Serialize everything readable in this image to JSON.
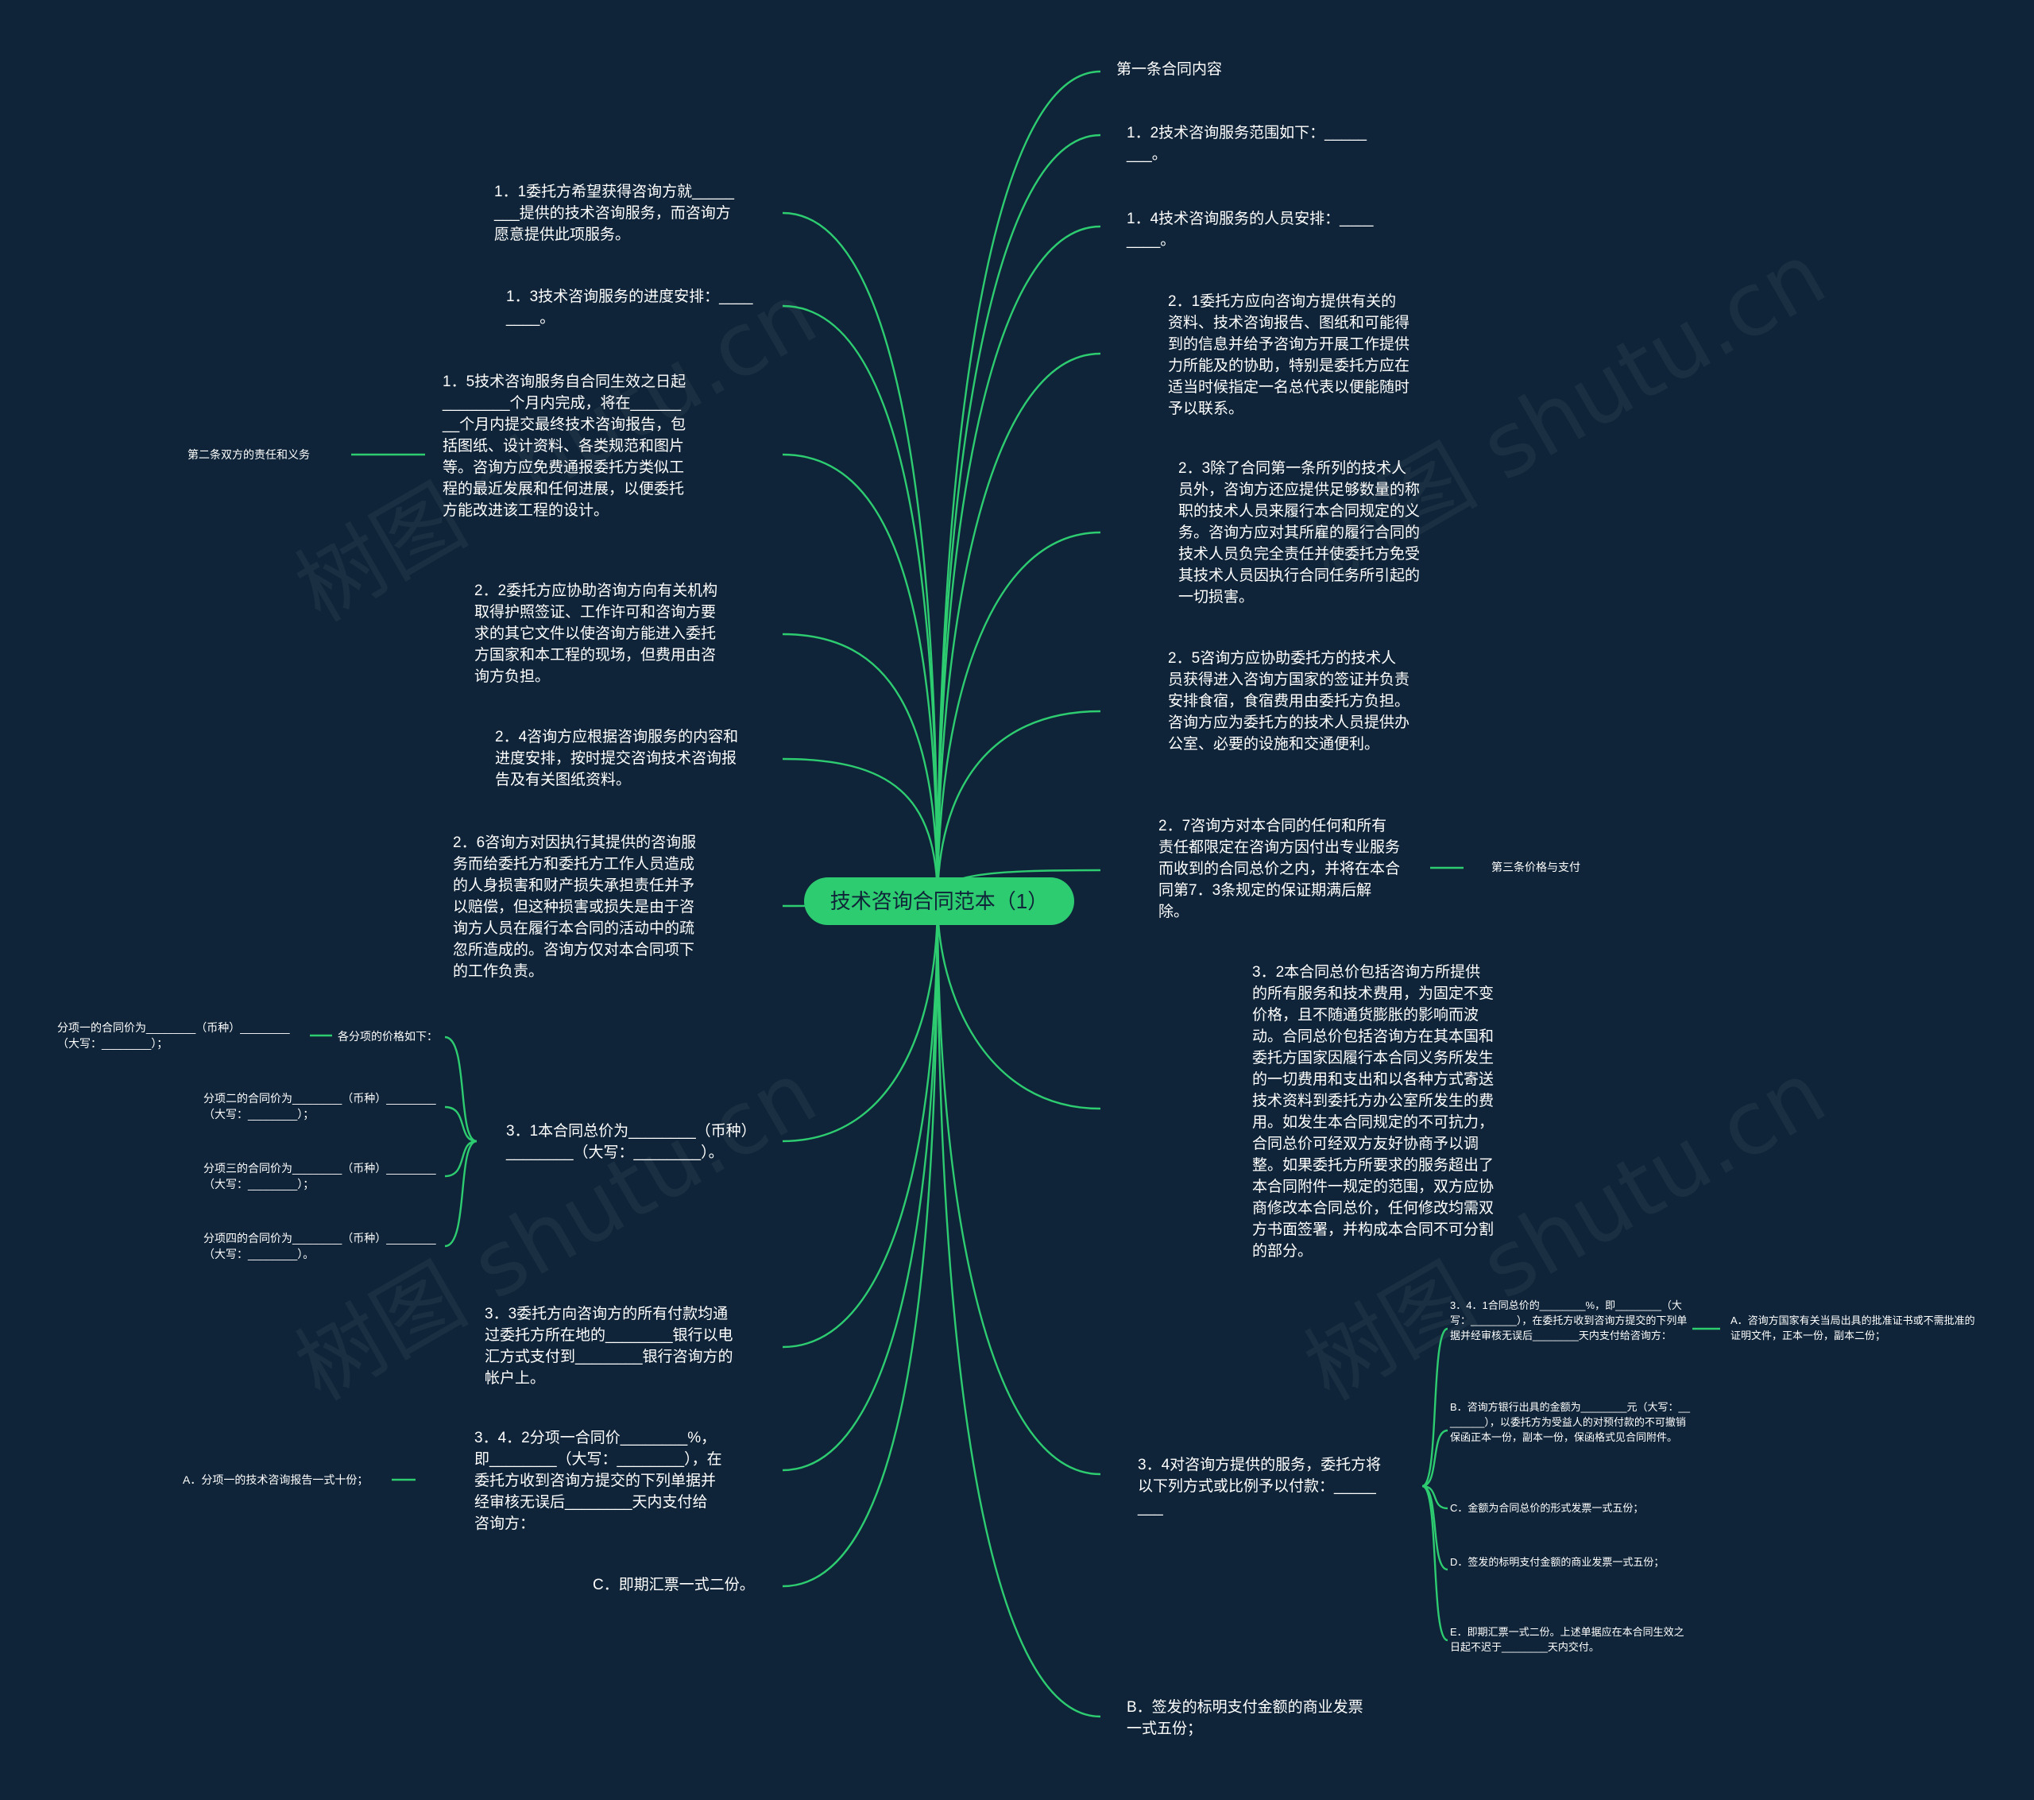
{
  "colors": {
    "background": "#0f2438",
    "line": "#2ecc71",
    "root_fill": "#2ecc71",
    "text": "#ffffff"
  },
  "root": "技术咨询合同范本（1）",
  "right": {
    "r1": "第一条合同内容",
    "r2": "1．2技术咨询服务范围如下：________。",
    "r3": "1．4技术咨询服务的人员安排：________。",
    "r4": "2．1委托方应向咨询方提供有关的资料、技术咨询报告、图纸和可能得到的信息并给予咨询方开展工作提供力所能及的协助，特别是委托方应在适当时候指定一名总代表以便能随时予以联系。",
    "r5": "2．3除了合同第一条所列的技术人员外，咨询方还应提供足够数量的称职的技术人员来履行本合同规定的义务。咨询方应对其所雇的履行合同的技术人员负完全责任并使委托方免受其技术人员因执行合同任务所引起的一切损害。",
    "r6": "2．5咨询方应协助委托方的技术人员获得进入咨询方国家的签证并负责安排食宿，食宿费用由委托方负担。咨询方应为委托方的技术人员提供办公室、必要的设施和交通便利。",
    "r7": "2．7咨询方对本合同的任何和所有责任都限定在咨询方因付出专业服务而收到的合同总价之内，并将在本合同第7．3条规定的保证期满后解除。",
    "r7_label": "第三条价格与支付",
    "r8": "3．2本合同总价包括咨询方所提供的所有服务和技术费用，为固定不变价格，且不随通货膨胀的影响而波动。合同总价包括咨询方在其本国和委托方国家因履行本合同义务所发生的一切费用和支出和以各种方式寄送技术资料到委托方办公室所发生的费用。如发生本合同规定的不可抗力，合同总价可经双方友好协商予以调整。如果委托方所要求的服务超出了本合同附件一规定的范围，双方应协商修改本合同总价，任何修改均需双方书面签署，并构成本合同不可分割的部分。",
    "r9": "3．4对咨询方提供的服务，委托方将以下列方式或比例予以付款：________",
    "r9_children": [
      "3．4．1合同总价的________%，即________（大写：________），在委托方收到咨询方提交的下列单据并经审核无误后________天内支付给咨询方：",
      "B．咨询方银行出具的金额为________元（大写：________），以委托方为受益人的对预付款的不可撤销保函正本一份，副本一份，保函格式见合同附件。",
      "C．金额为合同总价的形式发票一式五份；",
      "D．签发的标明支付金额的商业发票一式五份；",
      "E．即期汇票一式二份。上述单据应在本合同生效之日起不迟于________天内交付。"
    ],
    "r9_grandchild": "A．咨询方国家有关当局出具的批准证书或不需批准的证明文件，正本一份，副本二份；",
    "r10": "B．签发的标明支付金额的商业发票一式五份；"
  },
  "left": {
    "l1": "1．1委托方希望获得咨询方就________提供的技术咨询服务，而咨询方愿意提供此项服务。",
    "l2": "1．3技术咨询服务的进度安排：________。",
    "l3": "1．5技术咨询服务自合同生效之日起________个月内完成，将在________个月内提交最终技术咨询报告，包括图纸、设计资料、各类规范和图片等。咨询方应免费通报委托方类似工程的最近发展和任何进展，以便委托方能改进该工程的设计。",
    "l3_label": "第二条双方的责任和义务",
    "l4": "2．2委托方应协助咨询方向有关机构取得护照签证、工作许可和咨询方要求的其它文件以使咨询方能进入委托方国家和本工程的现场，但费用由咨询方负担。",
    "l5": "2．4咨询方应根据咨询服务的内容和进度安排，按时提交咨询技术咨询报告及有关图纸资料。",
    "l6": "2．6咨询方对因执行其提供的咨询服务而给委托方和委托方工作人员造成的人身损害和财产损失承担责任并予以赔偿，但这种损害或损失是由于咨询方人员在履行本合同的活动中的疏忽所造成的。咨询方仅对本合同项下的工作负责。",
    "l7": "3．1本合同总价为________（币种）________（大写：________）。",
    "l7_children": [
      "各分项的价格如下：",
      "分项二的合同价为________（币种）________（大写：________）；",
      "分项三的合同价为________（币种）________（大写：________）；",
      "分项四的合同价为________（币种）________（大写：________）。"
    ],
    "l7_grandchild": "分项一的合同价为________（币种）________（大写：________）；",
    "l8": "3．3委托方向咨询方的所有付款均通过委托方所在地的________银行以电汇方式支付到________银行咨询方的帐户上。",
    "l9": "3．4．2分项一合同价________%，即________（大写：________），在委托方收到咨询方提交的下列单据并经审核无误后________天内支付给咨询方：",
    "l9_label": "A．分项一的技术咨询报告一式十份；",
    "l10": "C．即期汇票一式二份。"
  },
  "watermarks": [
    "树图 shutu.cn",
    "树图 shutu.cn",
    "树图 shutu.cn",
    "树图 shutu.cn"
  ]
}
